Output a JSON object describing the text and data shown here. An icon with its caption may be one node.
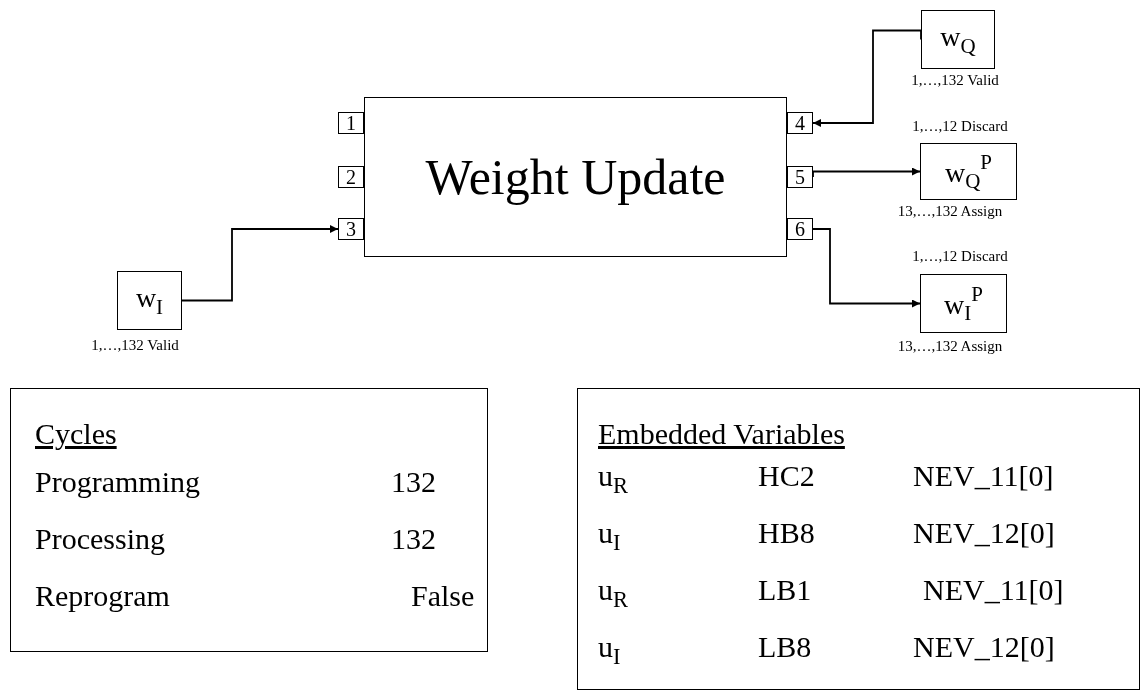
{
  "diagram": {
    "nodes": [
      {
        "text": [
          "w$_{Q}$"
        ],
        "beside": [
          "1,…,132 Valid"
        ]
      },
      {
        "text": [
          "Weight Update"
        ]
      },
      {
        "text": [
          "1"
        ]
      },
      {
        "text": [
          "2"
        ]
      },
      {
        "text": [
          "3"
        ]
      },
      {
        "text": [
          "4"
        ]
      },
      {
        "text": [
          "5"
        ]
      },
      {
        "text": [
          "6"
        ]
      },
      {
        "text": [
          "w$_{Q}$$^{P}$"
        ],
        "beside": [
          "1,…,12 Discard",
          "13,…,132 Assign"
        ]
      },
      {
        "text": [
          "w$_{I}$"
        ],
        "beside": [
          "1,…,132 Valid"
        ]
      },
      {
        "text": [
          "w$_{I}$$^{P}$"
        ],
        "beside": [
          "1,…,12 Discard",
          "13,…,132 Assign"
        ]
      },
      {
        "text": [
          "Cycles",
          "Programming",
          "132",
          "Processing",
          "132",
          "Reprogram",
          "False"
        ]
      },
      {
        "text": [
          "Embedded Variables",
          "u$_{R}$",
          "HC2",
          "NEV_11[0]",
          "u$_{I}$",
          "HB8",
          "NEV_12[0]",
          "u$_{R}$",
          "LB1",
          "NEV_11[0]",
          "u$_{I}$",
          "LB8",
          "NEV_12[0]"
        ]
      }
    ],
    "edges": [
      {
        "from": 0,
        "to": 5,
        "arrow": "to"
      },
      {
        "from": 6,
        "to": 8,
        "arrow": "to"
      },
      {
        "from": 7,
        "to": 10,
        "arrow": "to"
      },
      {
        "from": 9,
        "to": 4,
        "arrow": "to"
      }
    ]
  }
}
